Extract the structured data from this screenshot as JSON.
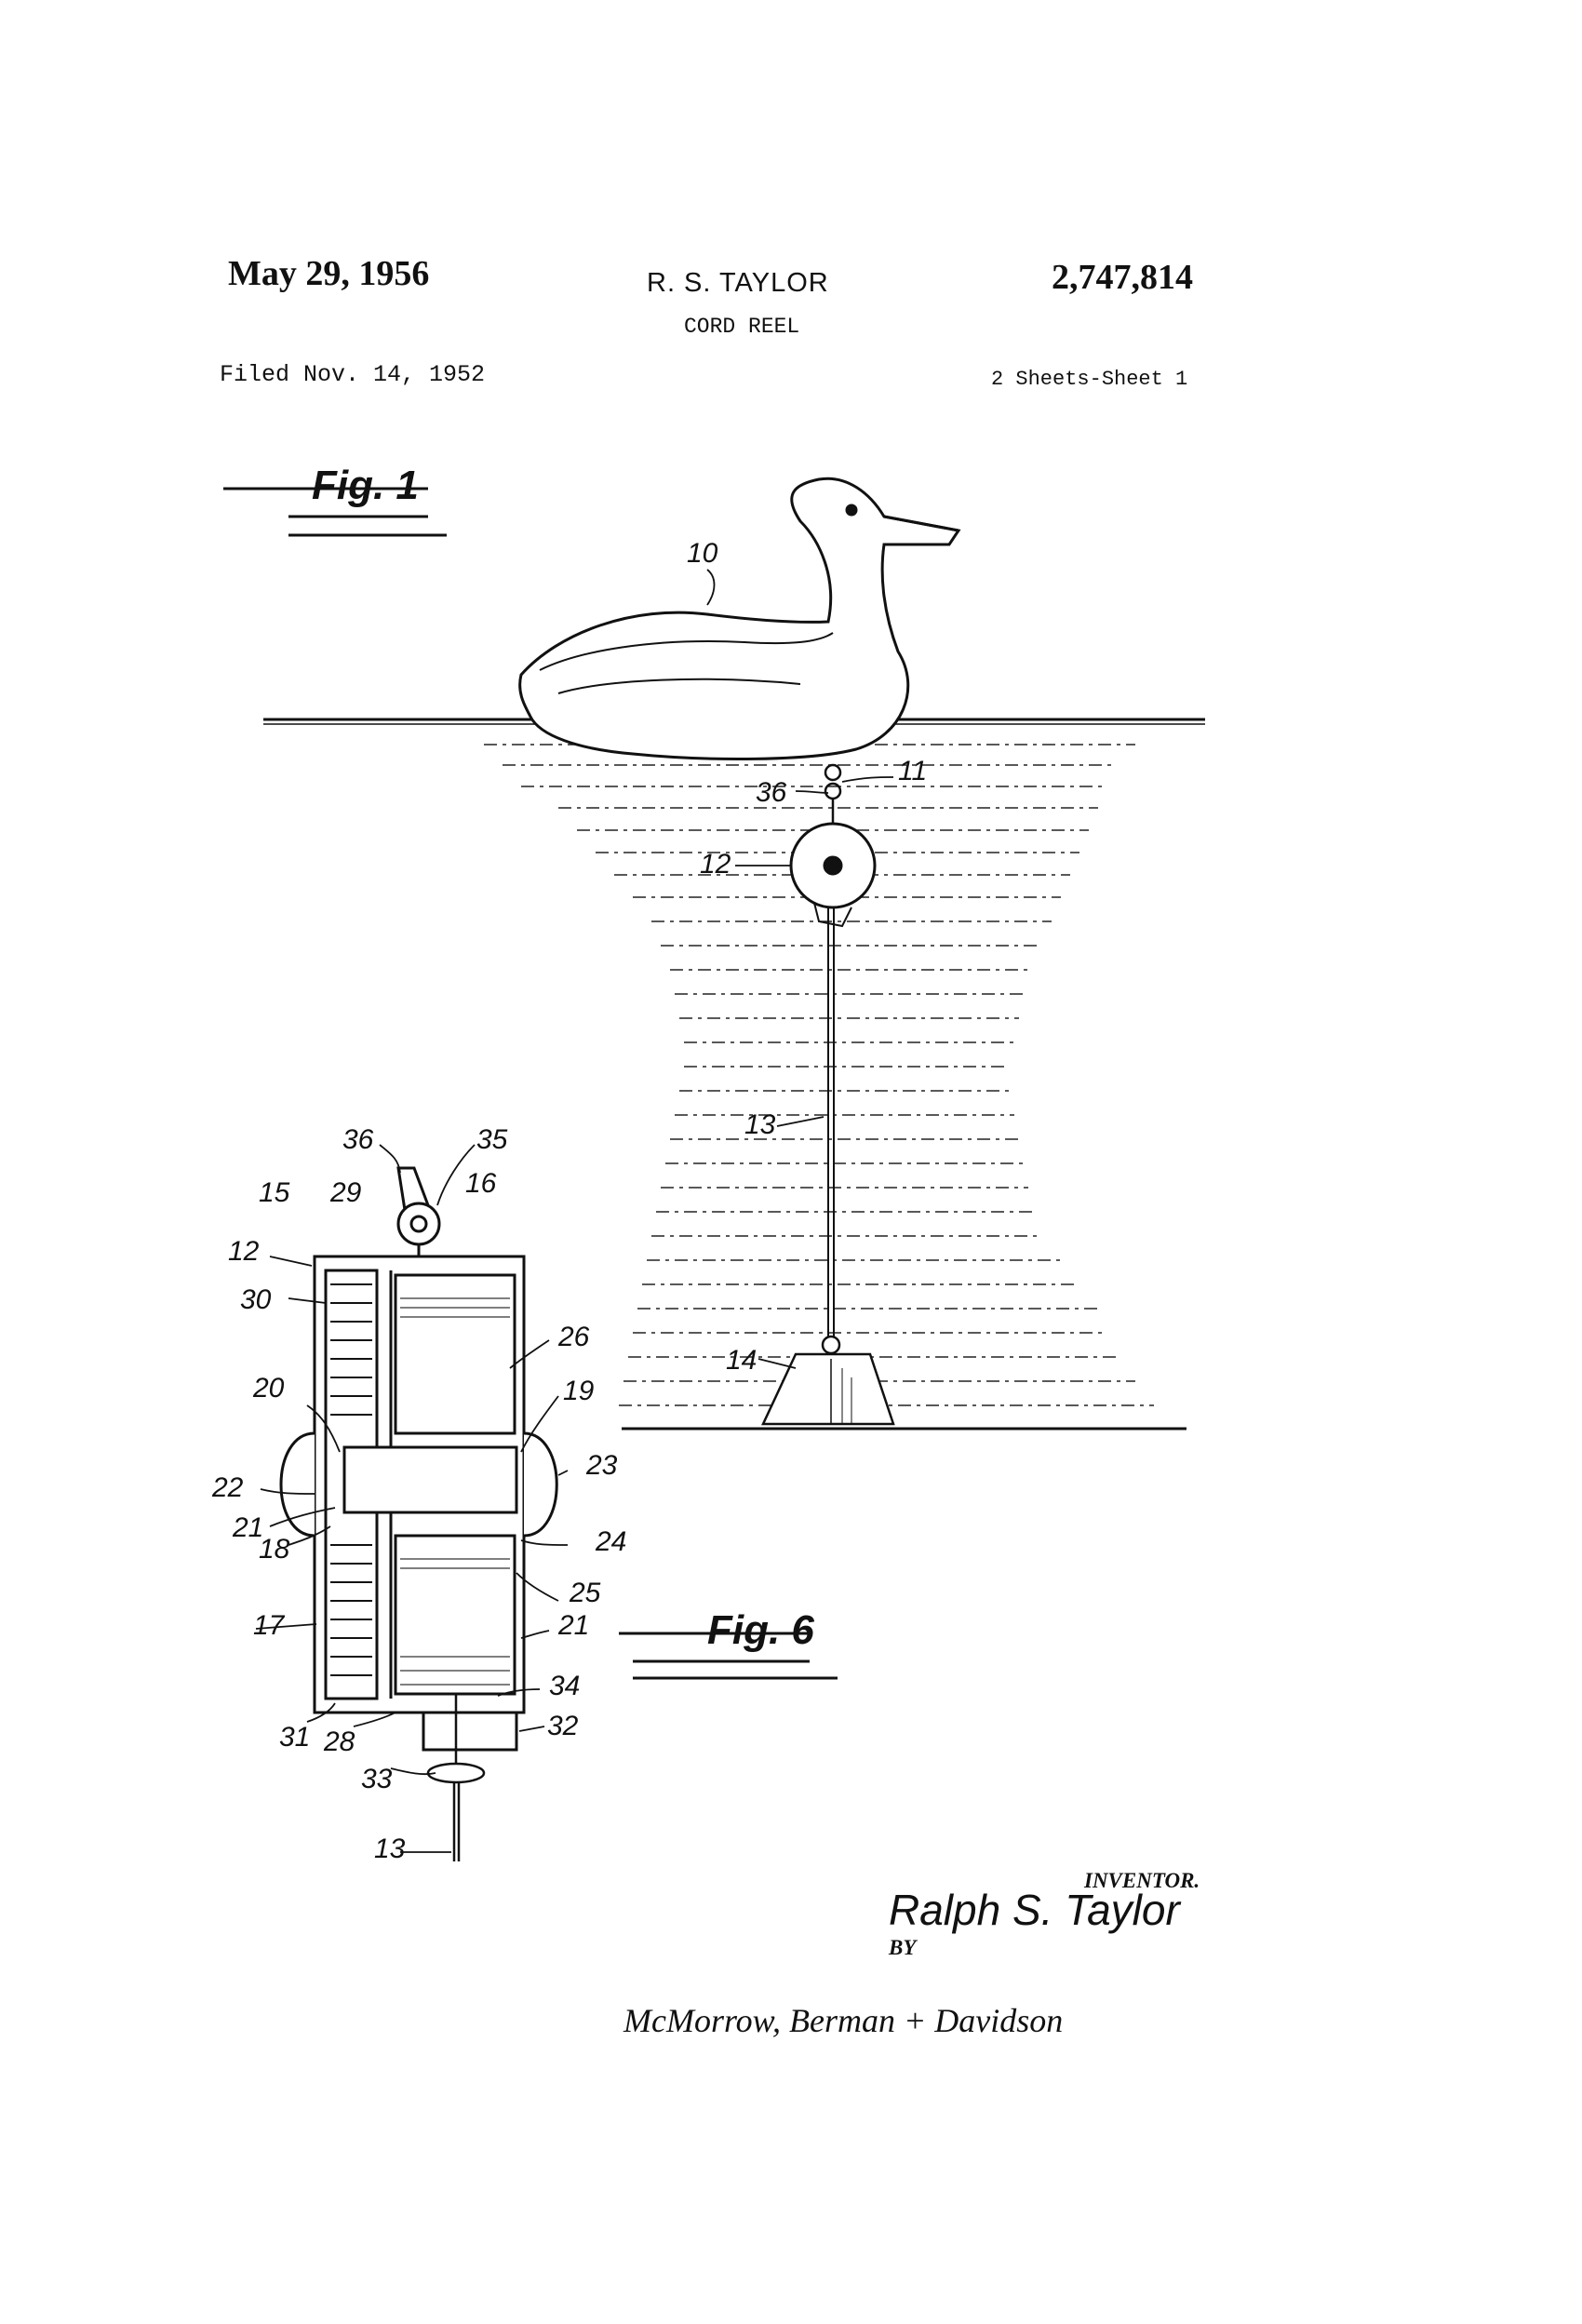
{
  "header": {
    "date": "May 29, 1956",
    "inventor": "R. S. TAYLOR",
    "patent_number": "2,747,814",
    "title": "CORD REEL",
    "filed": "Filed Nov. 14, 1952",
    "sheets": "2 Sheets-Sheet 1"
  },
  "figures": {
    "fig1_label": "Fig. 1",
    "fig6_label": "Fig. 6"
  },
  "references": {
    "r10": "10",
    "r11": "11",
    "r36a": "36",
    "r12a": "12",
    "r13a": "13",
    "r14": "14",
    "r36b": "36",
    "r35": "35",
    "r15": "15",
    "r29": "29",
    "r16": "16",
    "r12b": "12",
    "r30": "30",
    "r26": "26",
    "r20": "20",
    "r19": "19",
    "r23": "23",
    "r22": "22",
    "r21a": "21",
    "r18": "18",
    "r24": "24",
    "r25": "25",
    "r17": "17",
    "r21b": "21",
    "r34": "34",
    "r31": "31",
    "r28": "28",
    "r32": "32",
    "r33": "33",
    "r13b": "13"
  },
  "signature": {
    "inventor_label": "INVENTOR.",
    "inventor_name": "Ralph S. Taylor",
    "by": "BY",
    "attorneys": "McMorrow, Berman + Davidson"
  }
}
